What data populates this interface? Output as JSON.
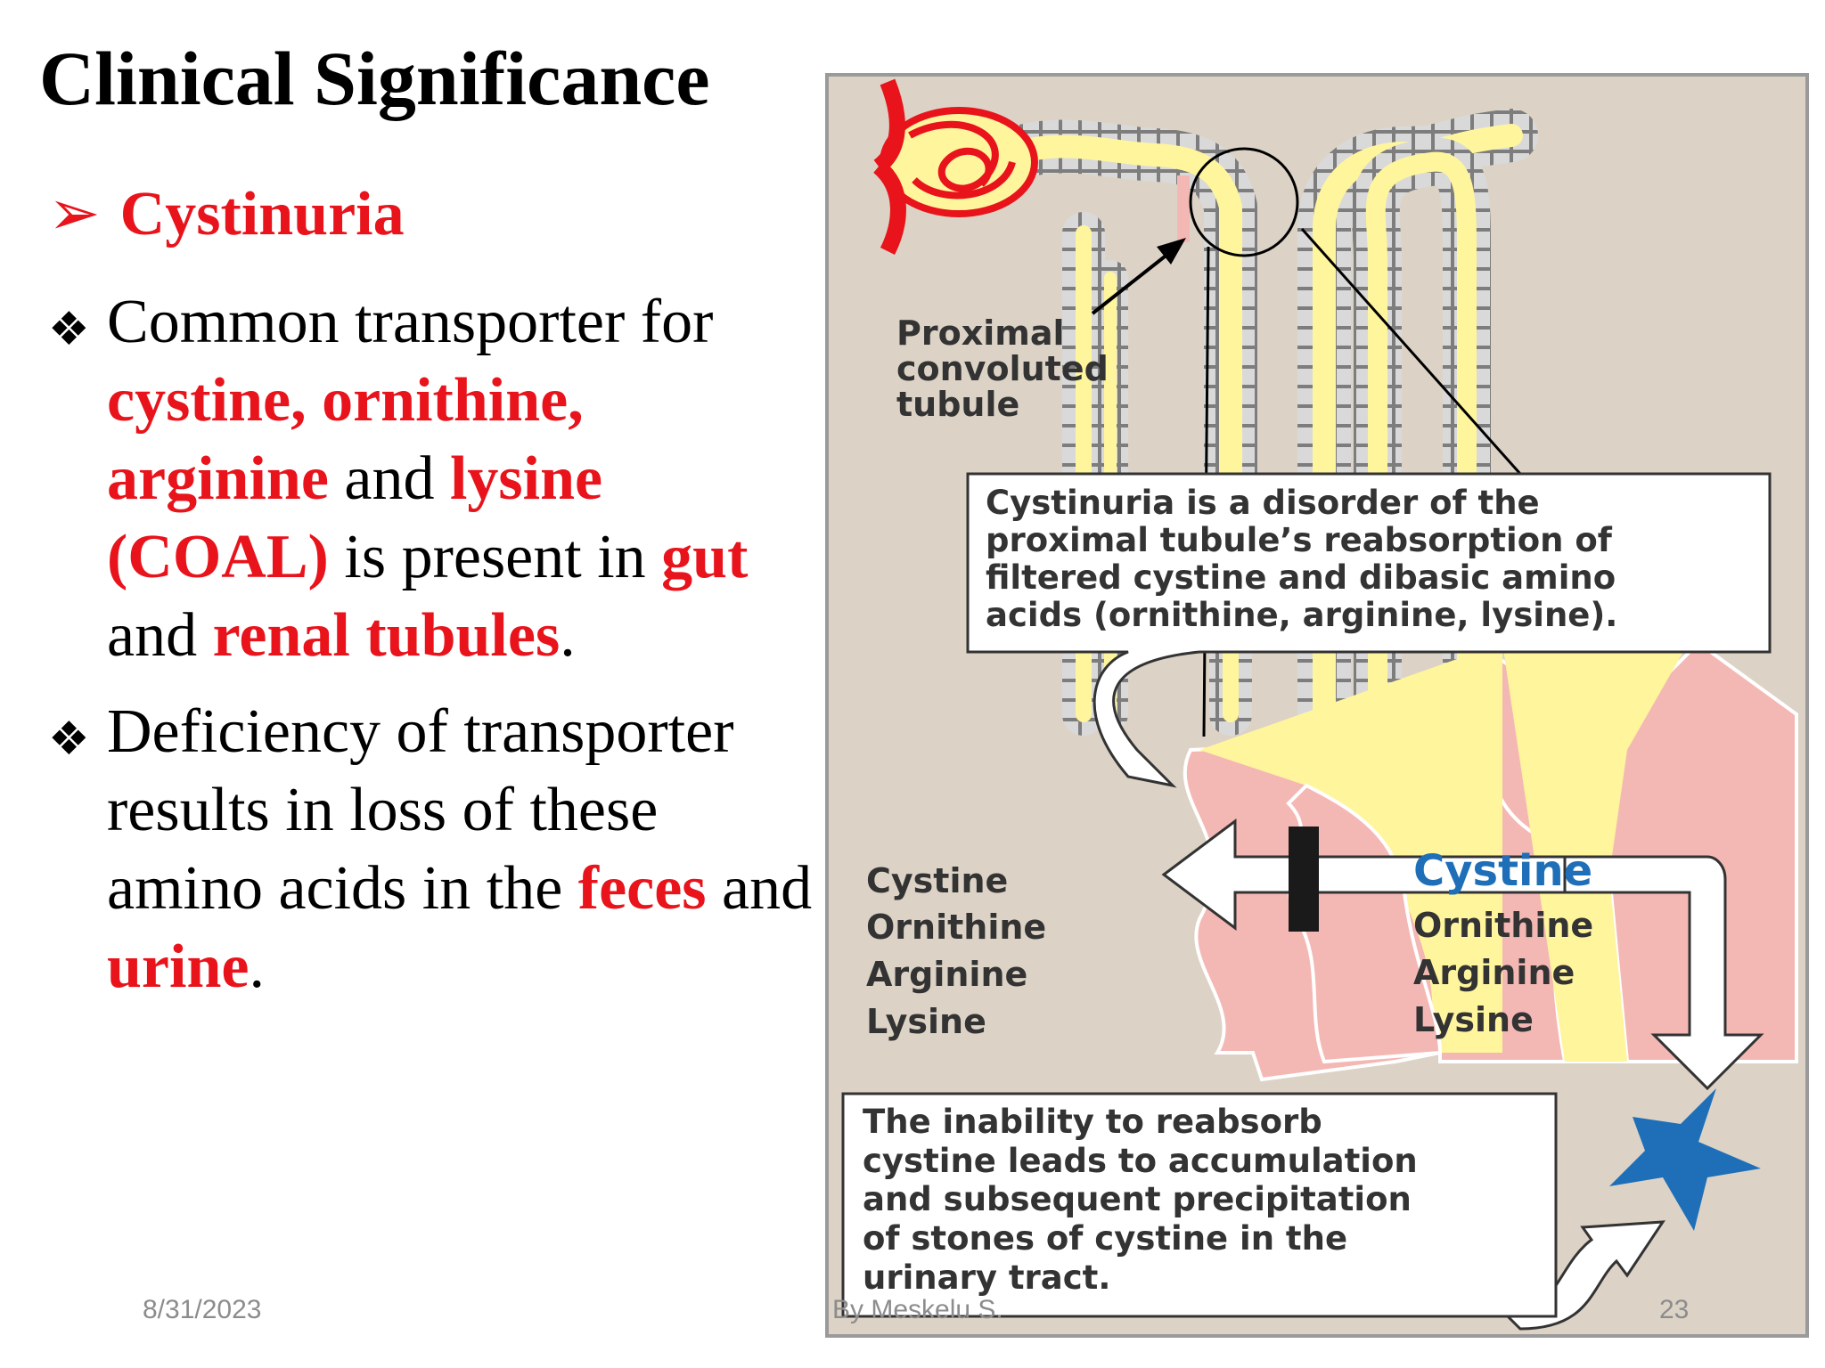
{
  "slide": {
    "title": "Clinical Significance",
    "subheading": "Cystinuria",
    "bullets": [
      {
        "parts": [
          {
            "text": "Common transporter for ",
            "red": false
          },
          {
            "text": "cystine, ornithine, arginine",
            "red": true
          },
          {
            "text": " and ",
            "red": false
          },
          {
            "text": "lysine (COAL)",
            "red": true
          },
          {
            "text": " is present in ",
            "red": false
          },
          {
            "text": "gut",
            "red": true
          },
          {
            "text": " and ",
            "red": false
          },
          {
            "text": "renal tubules",
            "red": true
          },
          {
            "text": ".",
            "red": false
          }
        ]
      },
      {
        "parts": [
          {
            "text": "Deficiency of transporter results in loss of these  amino acids in the ",
            "red": false
          },
          {
            "text": "feces",
            "red": true
          },
          {
            "text": " and ",
            "red": false
          },
          {
            "text": "urine",
            "red": true
          },
          {
            "text": ".",
            "red": false
          }
        ]
      }
    ],
    "footer": {
      "date": "8/31/2023",
      "author": "By Meskelu S.",
      "page": "23"
    }
  },
  "figure": {
    "pct_label": [
      "Proximal",
      "convoluted",
      "tubule"
    ],
    "top_box": [
      "Cystinuria is a disorder of the",
      "proximal tubule’s reabsorption of",
      "filtered cystine and dibasic amino",
      "acids (ornithine, arginine, lysine)."
    ],
    "lumen_list": [
      "Cystine",
      "Ornithine",
      "Arginine",
      "Lysine"
    ],
    "urine_list": [
      "Cystine",
      "Ornithine",
      "Arginine",
      "Lysine"
    ],
    "bottom_box": [
      "The inability to reabsorb",
      "cystine leads to accumulation",
      "and subsequent precipitation",
      "of stones of cystine in the",
      "urinary tract."
    ],
    "colors": {
      "panel": "#dcd3c6",
      "tubule_fill": "#fff59d",
      "cells": "#f4b8b4",
      "glomerulus": "#e8131b",
      "stone": "#1f6fb8",
      "highlight_text": "#1f6fb8"
    }
  }
}
